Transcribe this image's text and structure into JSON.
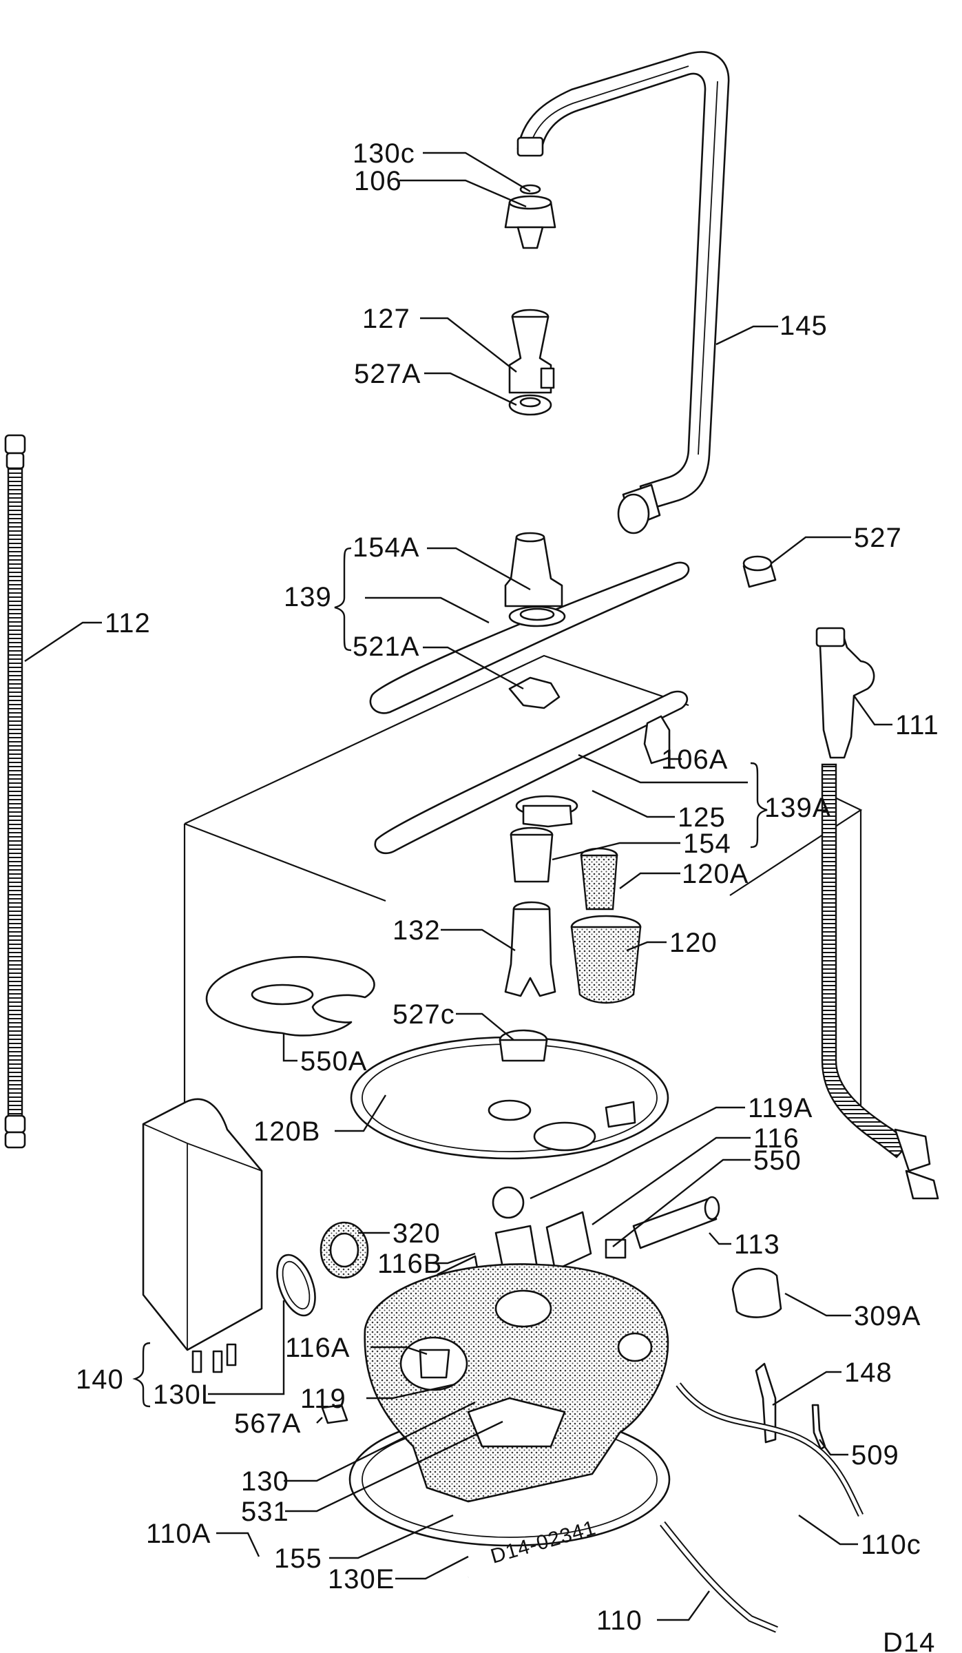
{
  "diagram": {
    "code": "D14",
    "stamp": "D14-02341",
    "labels": {
      "l130c": "130c",
      "l106": "106",
      "l127": "127",
      "l527a": "527A",
      "l145": "145",
      "l527": "527",
      "l154a": "154A",
      "l139": "139",
      "l521a": "521A",
      "l112": "112",
      "l111": "111",
      "l106a": "106A",
      "l139a": "139A",
      "l125": "125",
      "l154": "154",
      "l120a": "120A",
      "l132": "132",
      "l120": "120",
      "l527c": "527c",
      "l550a": "550A",
      "l120b": "120B",
      "l119a": "119A",
      "l116": "116",
      "l550": "550",
      "l320": "320",
      "l113": "113",
      "l116b": "116B",
      "l309a": "309A",
      "l116a": "116A",
      "l140": "140",
      "l130l": "130L",
      "l148": "148",
      "l119": "119",
      "l567a": "567A",
      "l509": "509",
      "l130": "130",
      "l531": "531",
      "l110c": "110c",
      "l110a": "110A",
      "l155": "155",
      "l130e": "130E",
      "l110": "110"
    }
  }
}
